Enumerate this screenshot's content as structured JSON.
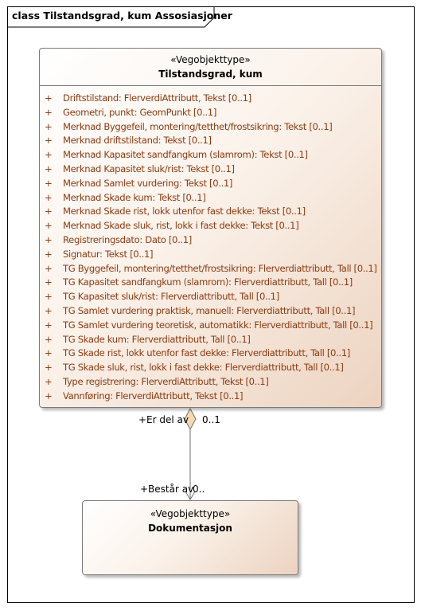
{
  "frame": {
    "title": "class Tilstandsgrad, kum Assosiasjoner"
  },
  "classes": {
    "main": {
      "stereotype": "«Vegobjekttype»",
      "name": "Tilstandsgrad, kum",
      "attributes": [
        {
          "visibility": "+",
          "text": "Driftstilstand: FlerverdiAttributt, Tekst [0..1]"
        },
        {
          "visibility": "+",
          "text": "Geometri, punkt: GeomPunkt [0..1]"
        },
        {
          "visibility": "+",
          "text": "Merknad Byggefeil, montering/tetthet/frostsikring: Tekst [0..1]"
        },
        {
          "visibility": "+",
          "text": "Merknad driftstilstand: Tekst [0..1]"
        },
        {
          "visibility": "+",
          "text": "Merknad Kapasitet sandfangkum (slamrom): Tekst [0..1]"
        },
        {
          "visibility": "+",
          "text": "Merknad Kapasitet sluk/rist: Tekst [0..1]"
        },
        {
          "visibility": "+",
          "text": "Merknad Samlet vurdering: Tekst [0..1]"
        },
        {
          "visibility": "+",
          "text": "Merknad Skade kum: Tekst [0..1]"
        },
        {
          "visibility": "+",
          "text": "Merknad Skade rist, lokk utenfor fast dekke: Tekst [0..1]"
        },
        {
          "visibility": "+",
          "text": "Merknad Skade sluk, rist, lokk i fast dekke: Tekst [0..1]"
        },
        {
          "visibility": "+",
          "text": "Registreringsdato: Dato [0..1]"
        },
        {
          "visibility": "+",
          "text": "Signatur: Tekst [0..1]"
        },
        {
          "visibility": "+",
          "text": "TG Byggefeil, montering/tetthet/frostsikring: Flerverdiattributt, Tall [0..1]"
        },
        {
          "visibility": "+",
          "text": "TG Kapasitet sandfangkum (slamrom): Flerverdiattributt, Tall [0..1]"
        },
        {
          "visibility": "+",
          "text": "TG Kapasitet sluk/rist: Flerverdiattributt, Tall [0..1]"
        },
        {
          "visibility": "+",
          "text": "TG Samlet vurdering praktisk, manuell: Flerverdiattributt, Tall [0..1]"
        },
        {
          "visibility": "+",
          "text": "TG Samlet vurdering teoretisk, automatikk: Flerverdiattributt, Tall [0..1]"
        },
        {
          "visibility": "+",
          "text": "TG Skade kum: Flerverdiattributt, Tall [0..1]"
        },
        {
          "visibility": "+",
          "text": "TG Skade rist, lokk utenfor fast dekke: Flerverdiattributt, Tall [0..1]"
        },
        {
          "visibility": "+",
          "text": "TG Skade sluk, rist, lokk i fast dekke: Flerverdiattributt, Tall [0..1]"
        },
        {
          "visibility": "+",
          "text": "Type registrering: FlerverdiAttributt, Tekst [0..1]"
        },
        {
          "visibility": "+",
          "text": "Vannføring: FlerverdiAttributt, Tekst [0..1]"
        }
      ]
    },
    "doc": {
      "stereotype": "«Vegobjekttype»",
      "name": "Dokumentasjon"
    }
  },
  "association": {
    "source_role": "+Er del av",
    "source_multiplicity": "0..1",
    "target_role": "+Består av",
    "target_multiplicity": "0.."
  }
}
